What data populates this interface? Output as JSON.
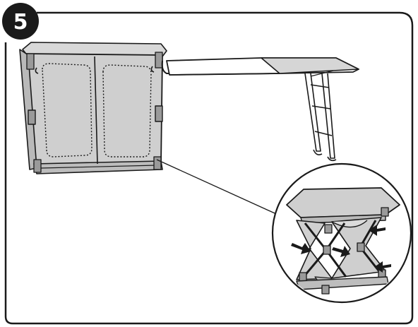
{
  "step": {
    "number": "5"
  },
  "colors": {
    "line": "#1a1a1a",
    "panel": "#cfcfcf",
    "panel_dark": "#b9b9b9",
    "frame": "#9a9a9a",
    "badge": "#1a1a1a",
    "badge_text": "#ffffff",
    "background": "#ffffff"
  },
  "illustration": {
    "main": "cabinet-with-extended-side-table",
    "detail": "magnified-folding-frame-with-arrows",
    "arrow_count": 4
  }
}
